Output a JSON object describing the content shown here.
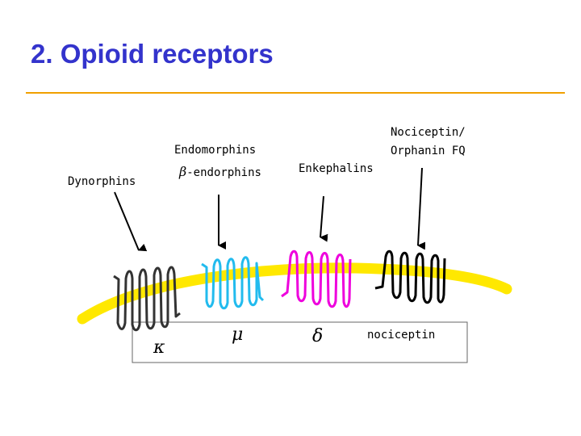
{
  "title": "2. Opioid receptors",
  "ligands": {
    "dynorphins": "Dynorphins",
    "endomorphins": "Endomorphins",
    "beta_symbol": "β",
    "beta_endorphins": "-endorphins",
    "enkephalins": "Enkephalins",
    "nociceptin_line1": "Nociceptin/",
    "nociceptin_line2": "Orphanin FQ"
  },
  "receptors": {
    "kappa": "κ",
    "mu": "μ",
    "delta": "δ",
    "nociceptin": "nociceptin"
  },
  "colors": {
    "title": "#3333cc",
    "rule": "#f0a000",
    "membrane": "#ffe800",
    "kappa_receptor": "#333333",
    "mu_receptor": "#22bbee",
    "delta_receptor": "#ee00dd",
    "nociceptin_receptor": "#000000"
  }
}
